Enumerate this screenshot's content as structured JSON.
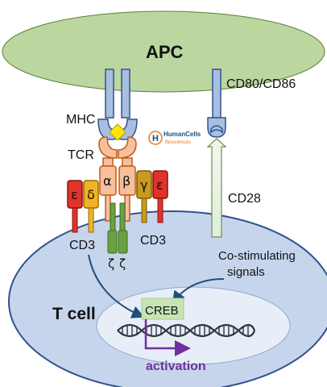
{
  "labels": {
    "apc": "APC",
    "mhc": "MHC",
    "tcr": "TCR",
    "cd80_cd86": "CD80/CD86",
    "cd28": "CD28",
    "cd3_left": "CD3",
    "cd3_right": "CD3",
    "costim_line1": "Co-stimulating",
    "costim_line2": "signals",
    "tcell": "T cell",
    "creb": "CREB",
    "activation": "activation"
  },
  "chains": {
    "epsilon_left": "ε",
    "delta": "δ",
    "alpha": "α",
    "beta": "β",
    "gamma": "γ",
    "epsilon_right": "ε",
    "zeta_1": "ζ",
    "zeta_2": "ζ"
  },
  "logo": {
    "letter": "H",
    "name": "HumanCells",
    "sub": "Biosciences"
  },
  "colors": {
    "apc_fill": "#bcd6a0",
    "tcell_fill": "#c7d5ec",
    "nucleus_fill": "#e7eef7",
    "receptor_blue": "#a9bfe0",
    "alpha_beta": "#f6c09d",
    "epsilon": "#e0332b",
    "delta": "#f0b324",
    "gamma": "#c89a1e",
    "zeta": "#6ba043",
    "creb_fill": "#c8e4b4",
    "activation": "#7030a0",
    "arrow": "#1f4e79"
  }
}
